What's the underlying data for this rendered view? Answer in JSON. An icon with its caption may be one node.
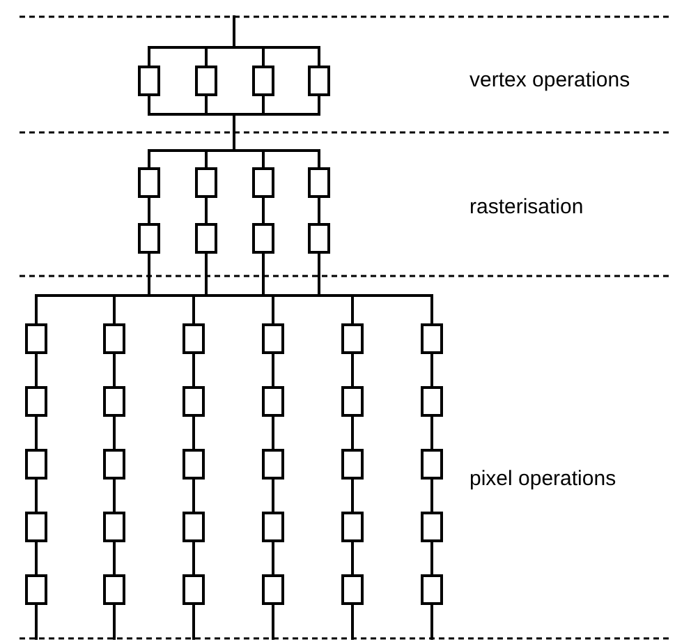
{
  "diagram": {
    "nodes": [
      {
        "text": [],
        "shape": "box"
      },
      {
        "text": [],
        "shape": "box"
      },
      {
        "text": [],
        "shape": "box"
      },
      {
        "text": [],
        "shape": "box"
      },
      {
        "text": [],
        "shape": "box"
      },
      {
        "text": [],
        "shape": "box"
      },
      {
        "text": [],
        "shape": "box"
      },
      {
        "text": [],
        "shape": "box"
      },
      {
        "text": [],
        "shape": "box"
      },
      {
        "text": [],
        "shape": "box"
      },
      {
        "text": [],
        "shape": "box"
      },
      {
        "text": [],
        "shape": "box"
      },
      {
        "text": [],
        "shape": "box"
      },
      {
        "text": [],
        "shape": "box"
      },
      {
        "text": [],
        "shape": "box"
      },
      {
        "text": [],
        "shape": "box"
      },
      {
        "text": [],
        "shape": "box"
      },
      {
        "text": [],
        "shape": "box"
      },
      {
        "text": [],
        "shape": "box"
      },
      {
        "text": [],
        "shape": "box"
      },
      {
        "text": [],
        "shape": "box"
      },
      {
        "text": [],
        "shape": "box"
      },
      {
        "text": [],
        "shape": "box"
      },
      {
        "text": [],
        "shape": "box"
      },
      {
        "text": [],
        "shape": "box"
      },
      {
        "text": [],
        "shape": "box"
      },
      {
        "text": [],
        "shape": "box"
      },
      {
        "text": [],
        "shape": "box"
      },
      {
        "text": [],
        "shape": "box"
      },
      {
        "text": [],
        "shape": "box"
      },
      {
        "text": [],
        "shape": "box"
      },
      {
        "text": [],
        "shape": "box"
      },
      {
        "text": [],
        "shape": "box"
      },
      {
        "text": [],
        "shape": "box"
      },
      {
        "text": [],
        "shape": "box"
      },
      {
        "text": [],
        "shape": "box"
      },
      {
        "text": [],
        "shape": "box"
      },
      {
        "text": [],
        "shape": "box"
      },
      {
        "text": [],
        "shape": "box"
      },
      {
        "text": [],
        "shape": "box"
      },
      {
        "text": [],
        "shape": "box"
      },
      {
        "text": [],
        "shape": "box"
      }
    ],
    "edges": [
      {
        "from": null,
        "to": 0,
        "arrow": "none"
      },
      {
        "from": null,
        "to": 1,
        "arrow": "none"
      },
      {
        "from": null,
        "to": 2,
        "arrow": "none"
      },
      {
        "from": null,
        "to": 3,
        "arrow": "none"
      },
      {
        "from": 0,
        "to": 4,
        "arrow": "none"
      },
      {
        "from": 0,
        "to": 5,
        "arrow": "none"
      },
      {
        "from": 0,
        "to": 6,
        "arrow": "none"
      },
      {
        "from": 0,
        "to": 7,
        "arrow": "none"
      },
      {
        "from": 1,
        "to": 4,
        "arrow": "none"
      },
      {
        "from": 1,
        "to": 5,
        "arrow": "none"
      },
      {
        "from": 1,
        "to": 6,
        "arrow": "none"
      },
      {
        "from": 1,
        "to": 7,
        "arrow": "none"
      },
      {
        "from": 2,
        "to": 4,
        "arrow": "none"
      },
      {
        "from": 2,
        "to": 5,
        "arrow": "none"
      },
      {
        "from": 2,
        "to": 6,
        "arrow": "none"
      },
      {
        "from": 2,
        "to": 7,
        "arrow": "none"
      },
      {
        "from": 3,
        "to": 4,
        "arrow": "none"
      },
      {
        "from": 3,
        "to": 5,
        "arrow": "none"
      },
      {
        "from": 3,
        "to": 6,
        "arrow": "none"
      },
      {
        "from": 3,
        "to": 7,
        "arrow": "none"
      },
      {
        "from": 4,
        "to": 8,
        "arrow": "none"
      },
      {
        "from": 5,
        "to": 9,
        "arrow": "none"
      },
      {
        "from": 6,
        "to": 10,
        "arrow": "none"
      },
      {
        "from": 7,
        "to": 11,
        "arrow": "none"
      },
      {
        "from": 8,
        "to": 12,
        "arrow": "none"
      },
      {
        "from": 8,
        "to": 13,
        "arrow": "none"
      },
      {
        "from": 8,
        "to": 14,
        "arrow": "none"
      },
      {
        "from": 8,
        "to": 15,
        "arrow": "none"
      },
      {
        "from": 8,
        "to": 16,
        "arrow": "none"
      },
      {
        "from": 8,
        "to": 17,
        "arrow": "none"
      },
      {
        "from": 9,
        "to": 12,
        "arrow": "none"
      },
      {
        "from": 9,
        "to": 13,
        "arrow": "none"
      },
      {
        "from": 9,
        "to": 14,
        "arrow": "none"
      },
      {
        "from": 9,
        "to": 15,
        "arrow": "none"
      },
      {
        "from": 9,
        "to": 16,
        "arrow": "none"
      },
      {
        "from": 9,
        "to": 17,
        "arrow": "none"
      },
      {
        "from": 10,
        "to": 12,
        "arrow": "none"
      },
      {
        "from": 10,
        "to": 13,
        "arrow": "none"
      },
      {
        "from": 10,
        "to": 14,
        "arrow": "none"
      },
      {
        "from": 10,
        "to": 15,
        "arrow": "none"
      },
      {
        "from": 10,
        "to": 16,
        "arrow": "none"
      },
      {
        "from": 10,
        "to": 17,
        "arrow": "none"
      },
      {
        "from": 11,
        "to": 12,
        "arrow": "none"
      },
      {
        "from": 11,
        "to": 13,
        "arrow": "none"
      },
      {
        "from": 11,
        "to": 14,
        "arrow": "none"
      },
      {
        "from": 11,
        "to": 15,
        "arrow": "none"
      },
      {
        "from": 11,
        "to": 16,
        "arrow": "none"
      },
      {
        "from": 11,
        "to": 17,
        "arrow": "none"
      },
      {
        "from": 12,
        "to": 18,
        "arrow": "none"
      },
      {
        "from": 13,
        "to": 19,
        "arrow": "none"
      },
      {
        "from": 14,
        "to": 20,
        "arrow": "none"
      },
      {
        "from": 15,
        "to": 21,
        "arrow": "none"
      },
      {
        "from": 16,
        "to": 22,
        "arrow": "none"
      },
      {
        "from": 17,
        "to": 23,
        "arrow": "none"
      },
      {
        "from": 18,
        "to": 24,
        "arrow": "none"
      },
      {
        "from": 19,
        "to": 25,
        "arrow": "none"
      },
      {
        "from": 20,
        "to": 26,
        "arrow": "none"
      },
      {
        "from": 21,
        "to": 27,
        "arrow": "none"
      },
      {
        "from": 22,
        "to": 28,
        "arrow": "none"
      },
      {
        "from": 23,
        "to": 29,
        "arrow": "none"
      },
      {
        "from": 24,
        "to": 30,
        "arrow": "none"
      },
      {
        "from": 25,
        "to": 31,
        "arrow": "none"
      },
      {
        "from": 26,
        "to": 32,
        "arrow": "none"
      },
      {
        "from": 27,
        "to": 33,
        "arrow": "none"
      },
      {
        "from": 28,
        "to": 34,
        "arrow": "none"
      },
      {
        "from": 29,
        "to": 35,
        "arrow": "none"
      },
      {
        "from": 30,
        "to": 36,
        "arrow": "none"
      },
      {
        "from": 31,
        "to": 37,
        "arrow": "none"
      },
      {
        "from": 32,
        "to": 38,
        "arrow": "none"
      },
      {
        "from": 33,
        "to": 39,
        "arrow": "none"
      },
      {
        "from": 34,
        "to": 40,
        "arrow": "none"
      },
      {
        "from": 35,
        "to": 41,
        "arrow": "none"
      },
      {
        "from": 36,
        "to": null,
        "arrow": "none"
      },
      {
        "from": 37,
        "to": null,
        "arrow": "none"
      },
      {
        "from": 38,
        "to": null,
        "arrow": "none"
      },
      {
        "from": 39,
        "to": null,
        "arrow": "none"
      },
      {
        "from": 40,
        "to": null,
        "arrow": "none"
      },
      {
        "from": 41,
        "to": null,
        "arrow": "none"
      }
    ],
    "labels": [
      "vertex operations",
      "rasterisation",
      "pixel operations"
    ]
  }
}
